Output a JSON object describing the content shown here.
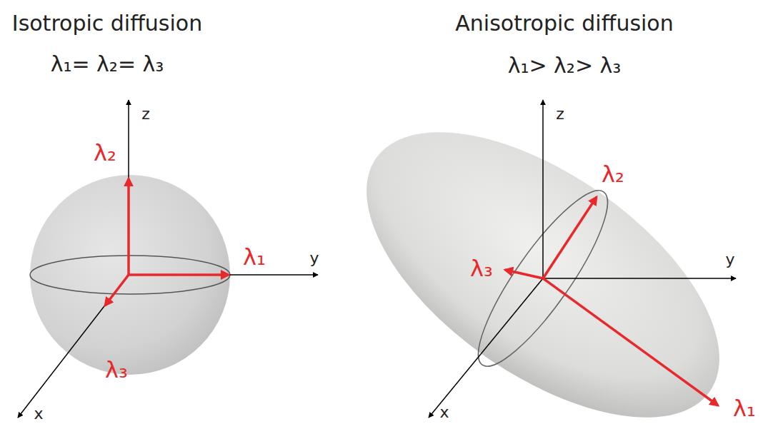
{
  "diagram": {
    "labels": [
      "Isotropic diffusion",
      "λ₁= λ₂= λ₃",
      "Anisotropic diffusion",
      "λ₁> λ₂> λ₃",
      "z",
      "λ₂",
      "λ₁",
      "y",
      "λ₃",
      "x",
      "z",
      "λ₂",
      "λ₃",
      "y",
      "λ₁",
      "x"
    ]
  }
}
